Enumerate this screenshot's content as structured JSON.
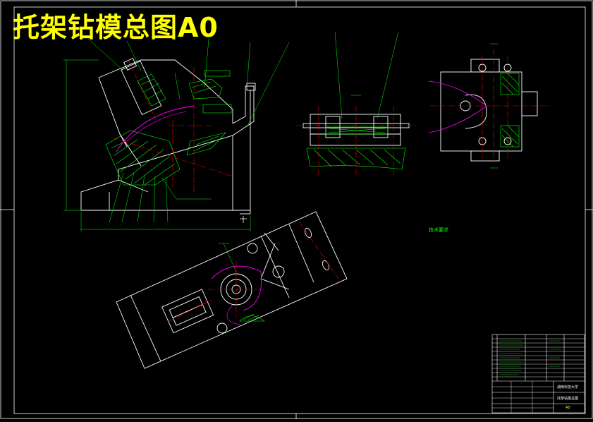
{
  "title": "托架钻模总图A0",
  "technical_requirements": {
    "heading": "技术要求",
    "lines": [
      "",
      "",
      "",
      "",
      ""
    ]
  },
  "title_block": {
    "company": "湖南科技大学",
    "drawing_name": "托架钻模总图",
    "sheet_size": "A0"
  },
  "colors": {
    "outline": "#ffffff",
    "hatch": "#00ff00",
    "centerline": "#ff0000",
    "phantom": "#ff00ff",
    "dimension": "#00ff00",
    "hidden": "#ffff00",
    "title": "#ffff00"
  }
}
